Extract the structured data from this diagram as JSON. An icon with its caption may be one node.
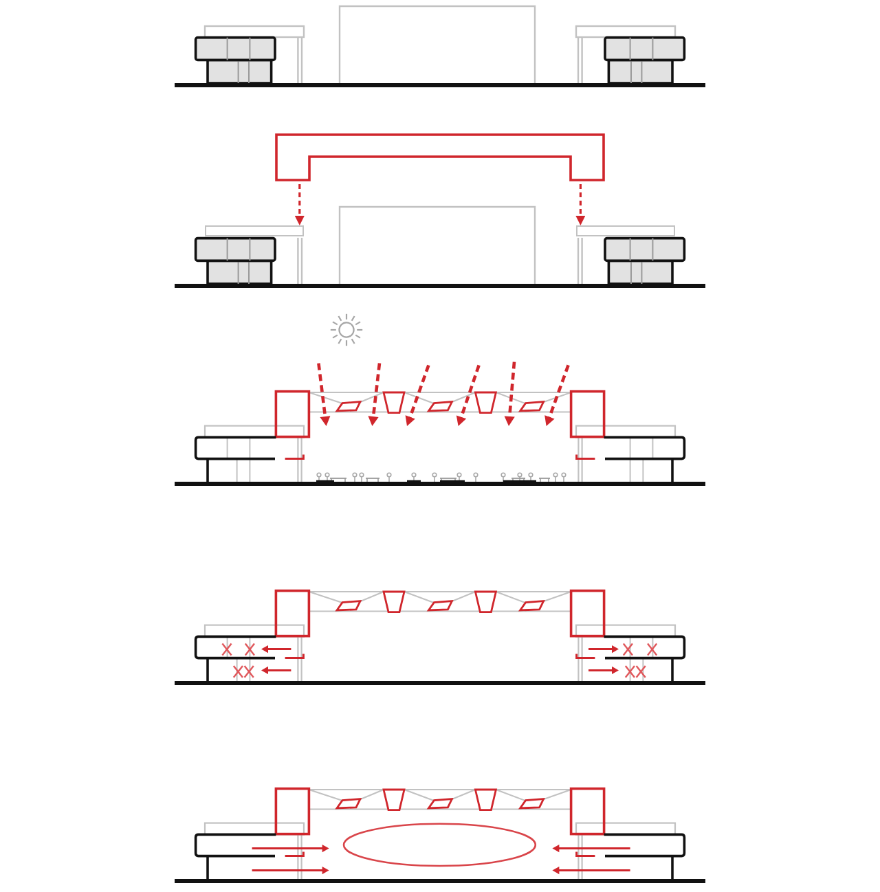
{
  "diagram": {
    "nodes": [
      {
        "text": [],
        "shape": "frame"
      },
      {
        "text": [],
        "shape": "bar"
      },
      {
        "text": [],
        "shape": "bar"
      }
    ],
    "edges": [
      {
        "from": 0,
        "to": 1,
        "arrow": "to",
        "style": "dashed"
      },
      {
        "from": 0,
        "to": 2,
        "arrow": "to",
        "style": "dashed"
      }
    ]
  }
}
